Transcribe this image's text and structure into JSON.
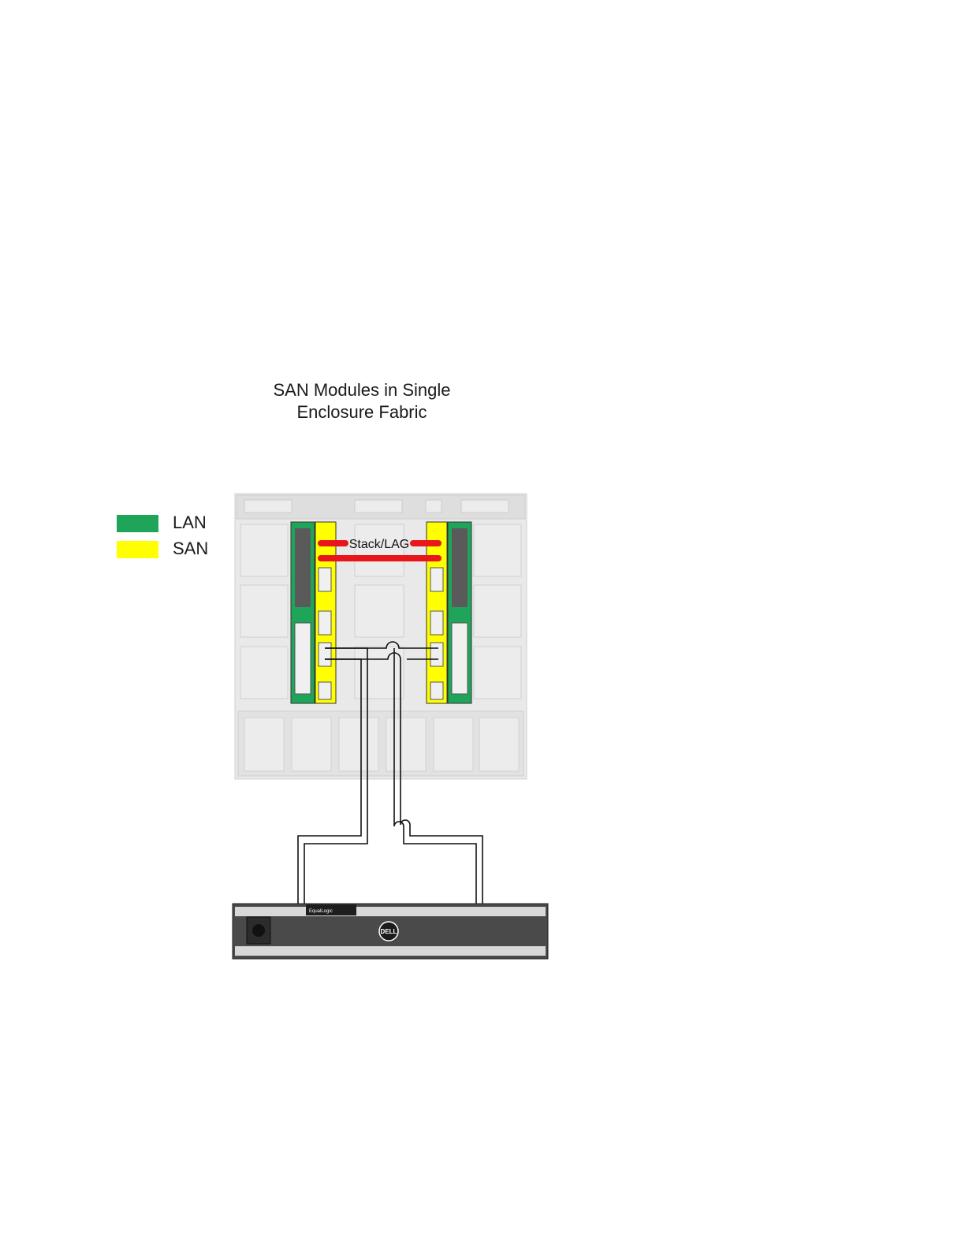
{
  "title": {
    "line1": "SAN Modules in Single",
    "line2": "Enclosure Fabric"
  },
  "legend": [
    {
      "label": "LAN",
      "color": "#1fa55a"
    },
    {
      "label": "SAN",
      "color": "#ffff00"
    }
  ],
  "stack_label": "Stack/LAG",
  "colors": {
    "lan": "#1fa55a",
    "san": "#ffff00",
    "stack": "#e8161b",
    "chassis": "#e6e6e6",
    "array": "#444444"
  },
  "icons": {
    "chassis": "blade-chassis",
    "array": "storage-array",
    "brand": "dell-logo"
  },
  "array_brand": "DELL",
  "array_model": "EqualLogic"
}
